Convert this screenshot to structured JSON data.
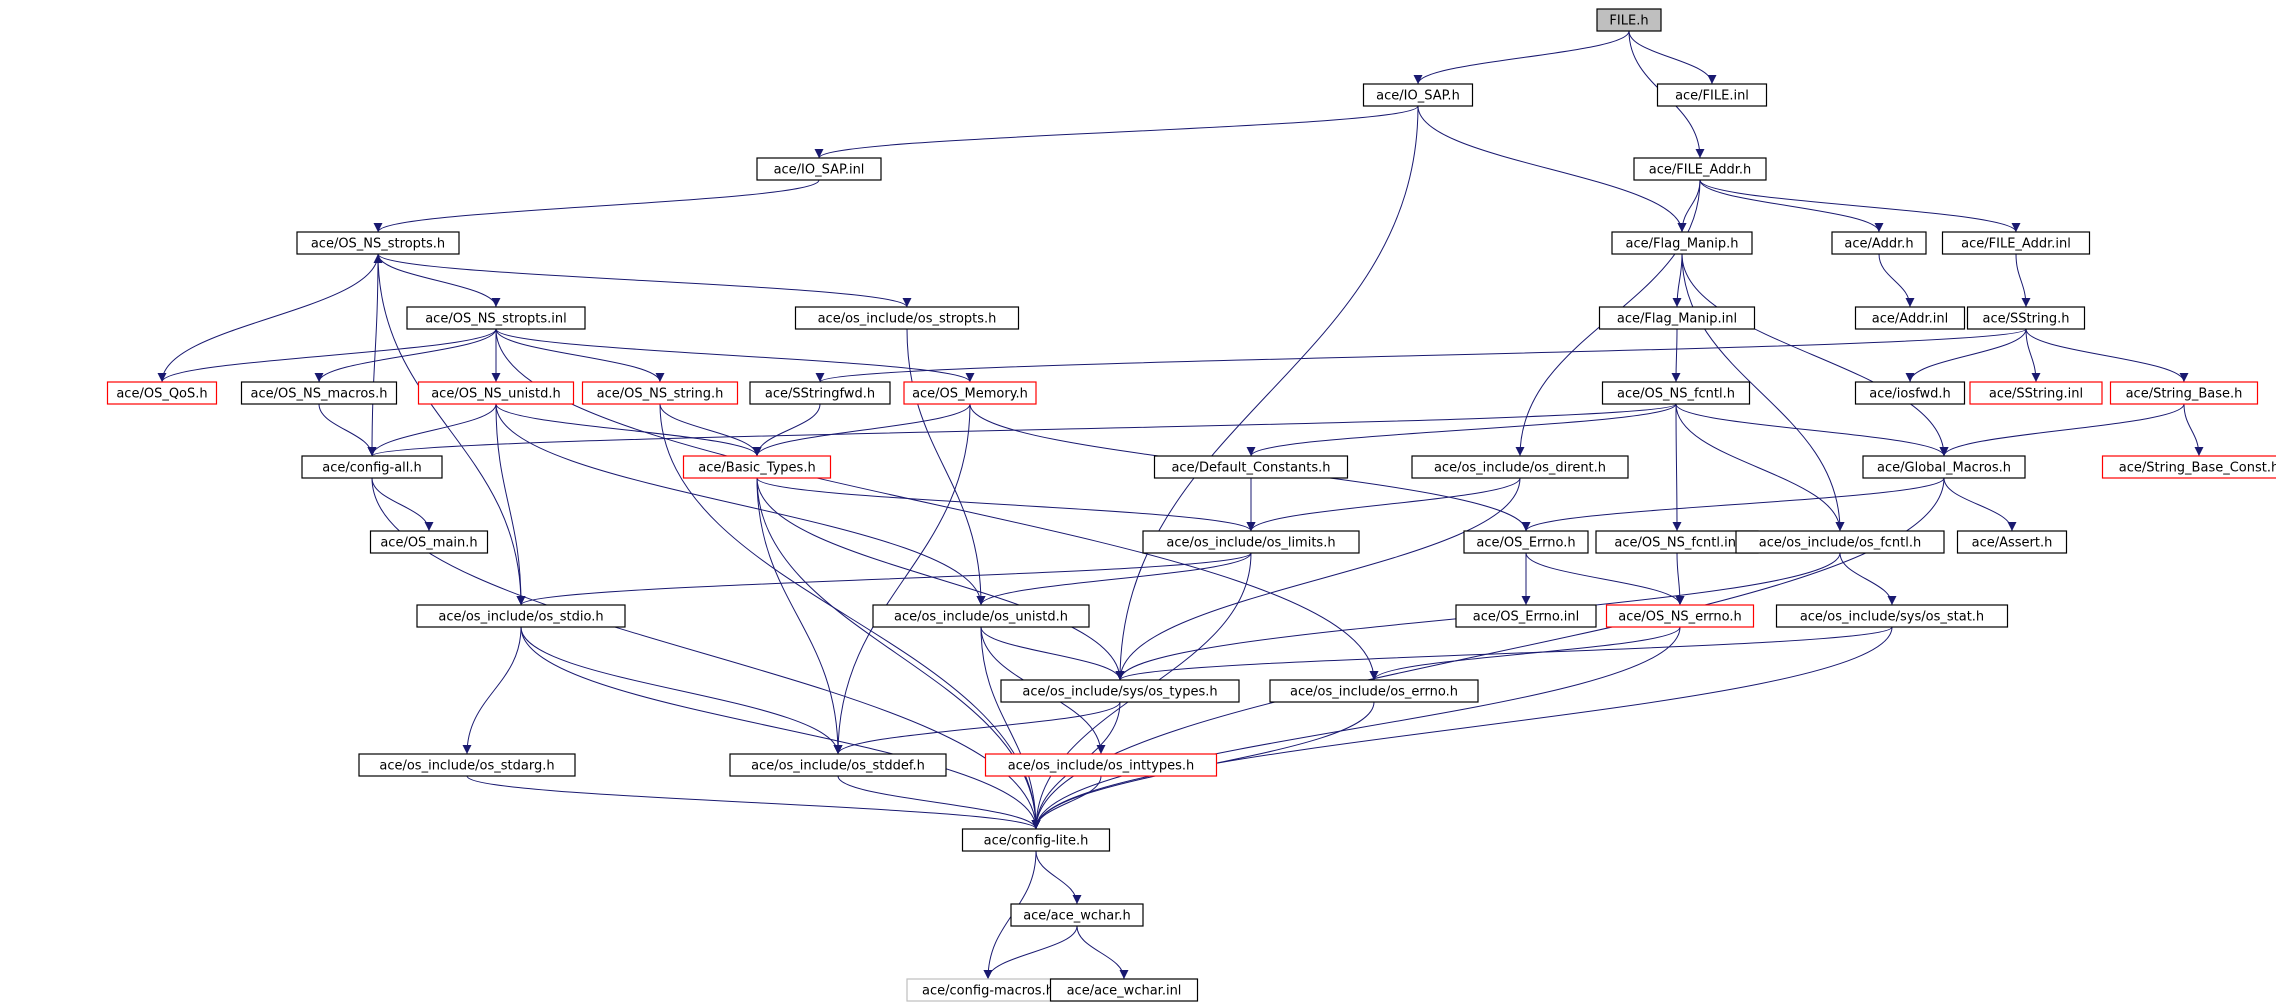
{
  "colors": {
    "edge": "#191970",
    "normal_border": "#000000",
    "truncated_border": "#ff0000",
    "external_border": "#bfbfbf",
    "root_fill": "#bfbfbf",
    "node_fill": "#ffffff"
  },
  "nodes": [
    {
      "id": "FILE_h",
      "label": "FILE.h",
      "style": "root"
    },
    {
      "id": "IO_SAP_h",
      "label": "ace/IO_SAP.h",
      "style": "normal"
    },
    {
      "id": "FILE_inl",
      "label": "ace/FILE.inl",
      "style": "normal"
    },
    {
      "id": "IO_SAP_inl",
      "label": "ace/IO_SAP.inl",
      "style": "normal"
    },
    {
      "id": "FILE_Addr_h",
      "label": "ace/FILE_Addr.h",
      "style": "normal"
    },
    {
      "id": "OS_NS_stropts_h",
      "label": "ace/OS_NS_stropts.h",
      "style": "normal"
    },
    {
      "id": "Flag_Manip_h",
      "label": "ace/Flag_Manip.h",
      "style": "normal"
    },
    {
      "id": "Addr_h",
      "label": "ace/Addr.h",
      "style": "normal"
    },
    {
      "id": "FILE_Addr_inl",
      "label": "ace/FILE_Addr.inl",
      "style": "normal"
    },
    {
      "id": "OS_NS_stropts_inl",
      "label": "ace/OS_NS_stropts.inl",
      "style": "normal"
    },
    {
      "id": "os_stropts_h",
      "label": "ace/os_include/os_stropts.h",
      "style": "normal"
    },
    {
      "id": "Flag_Manip_inl",
      "label": "ace/Flag_Manip.inl",
      "style": "normal"
    },
    {
      "id": "Addr_inl",
      "label": "ace/Addr.inl",
      "style": "normal"
    },
    {
      "id": "SString_h",
      "label": "ace/SString.h",
      "style": "normal"
    },
    {
      "id": "OS_QoS_h",
      "label": "ace/OS_QoS.h",
      "style": "truncated"
    },
    {
      "id": "OS_NS_macros_h",
      "label": "ace/OS_NS_macros.h",
      "style": "normal"
    },
    {
      "id": "OS_NS_unistd_h",
      "label": "ace/OS_NS_unistd.h",
      "style": "truncated"
    },
    {
      "id": "OS_NS_string_h",
      "label": "ace/OS_NS_string.h",
      "style": "truncated"
    },
    {
      "id": "SStringfwd_h",
      "label": "ace/SStringfwd.h",
      "style": "normal"
    },
    {
      "id": "OS_Memory_h",
      "label": "ace/OS_Memory.h",
      "style": "truncated"
    },
    {
      "id": "OS_NS_fcntl_h",
      "label": "ace/OS_NS_fcntl.h",
      "style": "normal"
    },
    {
      "id": "iosfwd_h",
      "label": "ace/iosfwd.h",
      "style": "normal"
    },
    {
      "id": "SString_inl",
      "label": "ace/SString.inl",
      "style": "truncated"
    },
    {
      "id": "String_Base_h",
      "label": "ace/String_Base.h",
      "style": "truncated"
    },
    {
      "id": "config_all_h",
      "label": "ace/config-all.h",
      "style": "normal"
    },
    {
      "id": "Basic_Types_h",
      "label": "ace/Basic_Types.h",
      "style": "truncated"
    },
    {
      "id": "Default_Constants_h",
      "label": "ace/Default_Constants.h",
      "style": "normal"
    },
    {
      "id": "os_dirent_h",
      "label": "ace/os_include/os_dirent.h",
      "style": "normal"
    },
    {
      "id": "Global_Macros_h",
      "label": "ace/Global_Macros.h",
      "style": "normal"
    },
    {
      "id": "String_Base_Const_h",
      "label": "ace/String_Base_Const.h",
      "style": "truncated"
    },
    {
      "id": "OS_main_h",
      "label": "ace/OS_main.h",
      "style": "normal"
    },
    {
      "id": "os_limits_h",
      "label": "ace/os_include/os_limits.h",
      "style": "normal"
    },
    {
      "id": "OS_Errno_h",
      "label": "ace/OS_Errno.h",
      "style": "normal"
    },
    {
      "id": "OS_NS_fcntl_inl",
      "label": "ace/OS_NS_fcntl.inl",
      "style": "normal"
    },
    {
      "id": "os_fcntl_h",
      "label": "ace/os_include/os_fcntl.h",
      "style": "normal"
    },
    {
      "id": "Assert_h",
      "label": "ace/Assert.h",
      "style": "normal"
    },
    {
      "id": "os_stdio_h",
      "label": "ace/os_include/os_stdio.h",
      "style": "normal"
    },
    {
      "id": "os_unistd_h",
      "label": "ace/os_include/os_unistd.h",
      "style": "normal"
    },
    {
      "id": "OS_Errno_inl",
      "label": "ace/OS_Errno.inl",
      "style": "normal"
    },
    {
      "id": "OS_NS_errno_h",
      "label": "ace/OS_NS_errno.h",
      "style": "truncated"
    },
    {
      "id": "os_stat_h",
      "label": "ace/os_include/sys/os_stat.h",
      "style": "normal"
    },
    {
      "id": "os_types_h",
      "label": "ace/os_include/sys/os_types.h",
      "style": "normal"
    },
    {
      "id": "os_errno_h",
      "label": "ace/os_include/os_errno.h",
      "style": "normal"
    },
    {
      "id": "os_stdarg_h",
      "label": "ace/os_include/os_stdarg.h",
      "style": "normal"
    },
    {
      "id": "os_stddef_h",
      "label": "ace/os_include/os_stddef.h",
      "style": "normal"
    },
    {
      "id": "os_inttypes_h",
      "label": "ace/os_include/os_inttypes.h",
      "style": "truncated"
    },
    {
      "id": "config_lite_h",
      "label": "ace/config-lite.h",
      "style": "normal"
    },
    {
      "id": "ace_wchar_h",
      "label": "ace/ace_wchar.h",
      "style": "normal"
    },
    {
      "id": "config_macros_h",
      "label": "ace/config-macros.h",
      "style": "external"
    },
    {
      "id": "ace_wchar_inl",
      "label": "ace/ace_wchar.inl",
      "style": "normal"
    }
  ],
  "edges": [
    [
      "FILE_h",
      "IO_SAP_h"
    ],
    [
      "FILE_h",
      "FILE_inl"
    ],
    [
      "FILE_h",
      "FILE_Addr_h"
    ],
    [
      "IO_SAP_h",
      "IO_SAP_inl"
    ],
    [
      "IO_SAP_h",
      "Flag_Manip_h"
    ],
    [
      "IO_SAP_h",
      "os_types_h"
    ],
    [
      "IO_SAP_inl",
      "OS_NS_stropts_h"
    ],
    [
      "FILE_Addr_h",
      "Flag_Manip_h"
    ],
    [
      "FILE_Addr_h",
      "Addr_h"
    ],
    [
      "FILE_Addr_h",
      "FILE_Addr_inl"
    ],
    [
      "FILE_Addr_h",
      "os_dirent_h"
    ],
    [
      "OS_NS_stropts_h",
      "OS_NS_stropts_inl"
    ],
    [
      "OS_NS_stropts_h",
      "os_stropts_h"
    ],
    [
      "OS_NS_stropts_h",
      "config_all_h"
    ],
    [
      "OS_NS_stropts_h",
      "os_stdio_h"
    ],
    [
      "OS_QoS_h",
      "OS_NS_stropts_h"
    ],
    [
      "OS_NS_stropts_inl",
      "OS_QoS_h"
    ],
    [
      "OS_NS_stropts_inl",
      "OS_NS_macros_h"
    ],
    [
      "OS_NS_stropts_inl",
      "OS_NS_unistd_h"
    ],
    [
      "OS_NS_stropts_inl",
      "OS_NS_string_h"
    ],
    [
      "OS_NS_stropts_inl",
      "OS_Memory_h"
    ],
    [
      "OS_NS_stropts_inl",
      "os_errno_h"
    ],
    [
      "os_stropts_h",
      "os_unistd_h"
    ],
    [
      "Flag_Manip_h",
      "Flag_Manip_inl"
    ],
    [
      "Flag_Manip_h",
      "Global_Macros_h"
    ],
    [
      "Flag_Manip_h",
      "os_fcntl_h"
    ],
    [
      "Flag_Manip_inl",
      "OS_NS_fcntl_h"
    ],
    [
      "Addr_h",
      "Addr_inl"
    ],
    [
      "FILE_Addr_inl",
      "SString_h"
    ],
    [
      "SString_h",
      "SStringfwd_h"
    ],
    [
      "SString_h",
      "iosfwd_h"
    ],
    [
      "SString_h",
      "SString_inl"
    ],
    [
      "SString_h",
      "String_Base_h"
    ],
    [
      "String_Base_h",
      "String_Base_Const_h"
    ],
    [
      "String_Base_h",
      "Global_Macros_h"
    ],
    [
      "OS_NS_macros_h",
      "config_all_h"
    ],
    [
      "OS_NS_unistd_h",
      "config_all_h"
    ],
    [
      "OS_NS_unistd_h",
      "Basic_Types_h"
    ],
    [
      "OS_NS_unistd_h",
      "os_stdio_h"
    ],
    [
      "OS_NS_unistd_h",
      "os_unistd_h"
    ],
    [
      "OS_NS_string_h",
      "Basic_Types_h"
    ],
    [
      "OS_NS_string_h",
      "config_lite_h"
    ],
    [
      "SStringfwd_h",
      "Basic_Types_h"
    ],
    [
      "OS_Memory_h",
      "Basic_Types_h"
    ],
    [
      "OS_Memory_h",
      "os_stddef_h"
    ],
    [
      "OS_Memory_h",
      "OS_Errno_h"
    ],
    [
      "OS_NS_fcntl_h",
      "config_all_h"
    ],
    [
      "OS_NS_fcntl_h",
      "Default_Constants_h"
    ],
    [
      "OS_NS_fcntl_h",
      "Global_Macros_h"
    ],
    [
      "OS_NS_fcntl_h",
      "OS_NS_fcntl_inl"
    ],
    [
      "OS_NS_fcntl_h",
      "os_fcntl_h"
    ],
    [
      "config_all_h",
      "OS_main_h"
    ],
    [
      "config_all_h",
      "config_lite_h"
    ],
    [
      "Basic_Types_h",
      "os_limits_h"
    ],
    [
      "Basic_Types_h",
      "os_types_h"
    ],
    [
      "Basic_Types_h",
      "os_stddef_h"
    ],
    [
      "Basic_Types_h",
      "config_lite_h"
    ],
    [
      "Default_Constants_h",
      "os_limits_h"
    ],
    [
      "os_dirent_h",
      "os_limits_h"
    ],
    [
      "os_dirent_h",
      "os_types_h"
    ],
    [
      "Global_Macros_h",
      "OS_Errno_h"
    ],
    [
      "Global_Macros_h",
      "Assert_h"
    ],
    [
      "Global_Macros_h",
      "config_lite_h"
    ],
    [
      "os_limits_h",
      "os_stdio_h"
    ],
    [
      "os_limits_h",
      "os_unistd_h"
    ],
    [
      "os_limits_h",
      "config_lite_h"
    ],
    [
      "OS_Errno_h",
      "OS_Errno_inl"
    ],
    [
      "OS_Errno_h",
      "OS_NS_errno_h"
    ],
    [
      "OS_NS_fcntl_inl",
      "OS_NS_errno_h"
    ],
    [
      "os_fcntl_h",
      "os_stat_h"
    ],
    [
      "os_fcntl_h",
      "os_types_h"
    ],
    [
      "os_stdio_h",
      "os_stdarg_h"
    ],
    [
      "os_stdio_h",
      "os_stddef_h"
    ],
    [
      "os_stdio_h",
      "config_lite_h"
    ],
    [
      "os_unistd_h",
      "os_types_h"
    ],
    [
      "os_unistd_h",
      "os_inttypes_h"
    ],
    [
      "os_unistd_h",
      "config_lite_h"
    ],
    [
      "OS_NS_errno_h",
      "os_errno_h"
    ],
    [
      "OS_NS_errno_h",
      "config_lite_h"
    ],
    [
      "os_stat_h",
      "os_types_h"
    ],
    [
      "os_stat_h",
      "config_lite_h"
    ],
    [
      "os_types_h",
      "os_stddef_h"
    ],
    [
      "os_types_h",
      "config_lite_h"
    ],
    [
      "os_errno_h",
      "config_lite_h"
    ],
    [
      "os_stdarg_h",
      "config_lite_h"
    ],
    [
      "os_stddef_h",
      "config_lite_h"
    ],
    [
      "os_inttypes_h",
      "config_lite_h"
    ],
    [
      "config_lite_h",
      "ace_wchar_h"
    ],
    [
      "config_lite_h",
      "config_macros_h"
    ],
    [
      "ace_wchar_h",
      "config_macros_h"
    ],
    [
      "ace_wchar_h",
      "ace_wchar_inl"
    ]
  ]
}
